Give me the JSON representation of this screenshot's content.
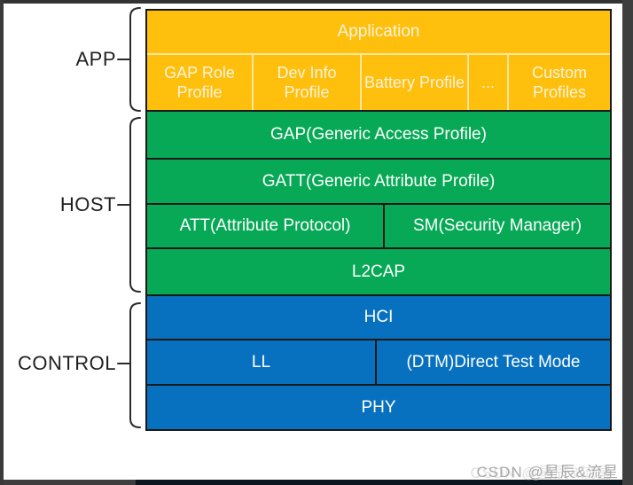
{
  "colors": {
    "app": "#FEC00D",
    "host": "#07A956",
    "control": "#0871BF",
    "line_dark": "#181818"
  },
  "layer_labels": {
    "app": "APP",
    "host": "HOST",
    "control": "CONTROL"
  },
  "stack": {
    "app_section": {
      "application": "Application",
      "profiles": [
        "GAP Role Profile",
        "Dev Info Profile",
        "Battery Profile",
        "...",
        "Custom Profiles"
      ]
    },
    "host_section": {
      "gap": "GAP(Generic Access Profile)",
      "gatt": "GATT(Generic Attribute Profile)",
      "att": "ATT(Attribute Protocol)",
      "sm": "SM(Security Manager)",
      "l2cap": "L2CAP"
    },
    "control_section": {
      "hci": "HCI",
      "ll": "LL",
      "dtm": "(DTM)Direct Test Mode",
      "phy": "PHY"
    }
  },
  "watermark": "CSDN @星辰&流星"
}
